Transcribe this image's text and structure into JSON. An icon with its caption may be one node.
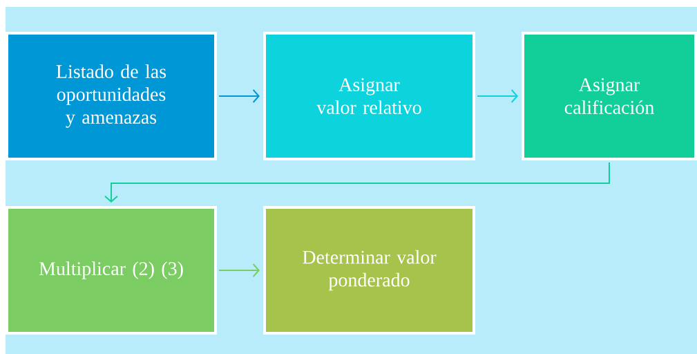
{
  "diagram": {
    "nodes": [
      {
        "text": [
          "Listado de las oportunidades y amenazas"
        ]
      },
      {
        "text": [
          "Asignar valor relativo"
        ]
      },
      {
        "text": [
          "Asignar calificación"
        ]
      },
      {
        "text": [
          "Multiplicar (2) (3)"
        ]
      },
      {
        "text": [
          "Determinar valor ponderado"
        ]
      }
    ],
    "edges": [
      {
        "from": 0,
        "to": 1,
        "arrow": "to",
        "color": "#0097d6"
      },
      {
        "from": 1,
        "to": 2,
        "arrow": "to",
        "color": "#0dd3dc"
      },
      {
        "from": 2,
        "to": 3,
        "arrow": "to",
        "color": "#12cf9a"
      },
      {
        "from": 3,
        "to": 4,
        "arrow": "to",
        "color": "#7ccc64"
      }
    ]
  }
}
